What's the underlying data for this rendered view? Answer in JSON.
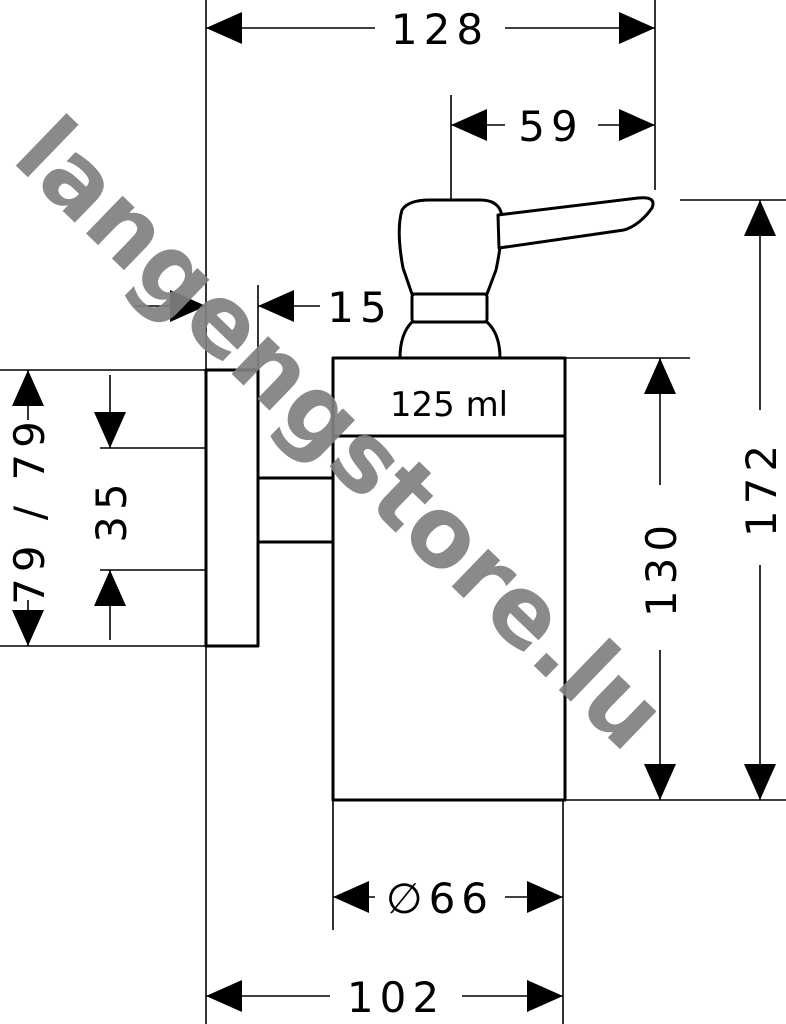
{
  "dimensions": {
    "total_width": "128",
    "spout_length": "59",
    "wall_offset": "15",
    "mount_height": "79 / 79",
    "mount_spacing": "35",
    "container_height": "130",
    "total_height": "172",
    "diameter": "∅66",
    "depth": "102"
  },
  "container_label": "125 ml",
  "watermark": "langengstore.lu",
  "colors": {
    "line": "#000000",
    "watermark": "#808080",
    "background": "#ffffff"
  }
}
